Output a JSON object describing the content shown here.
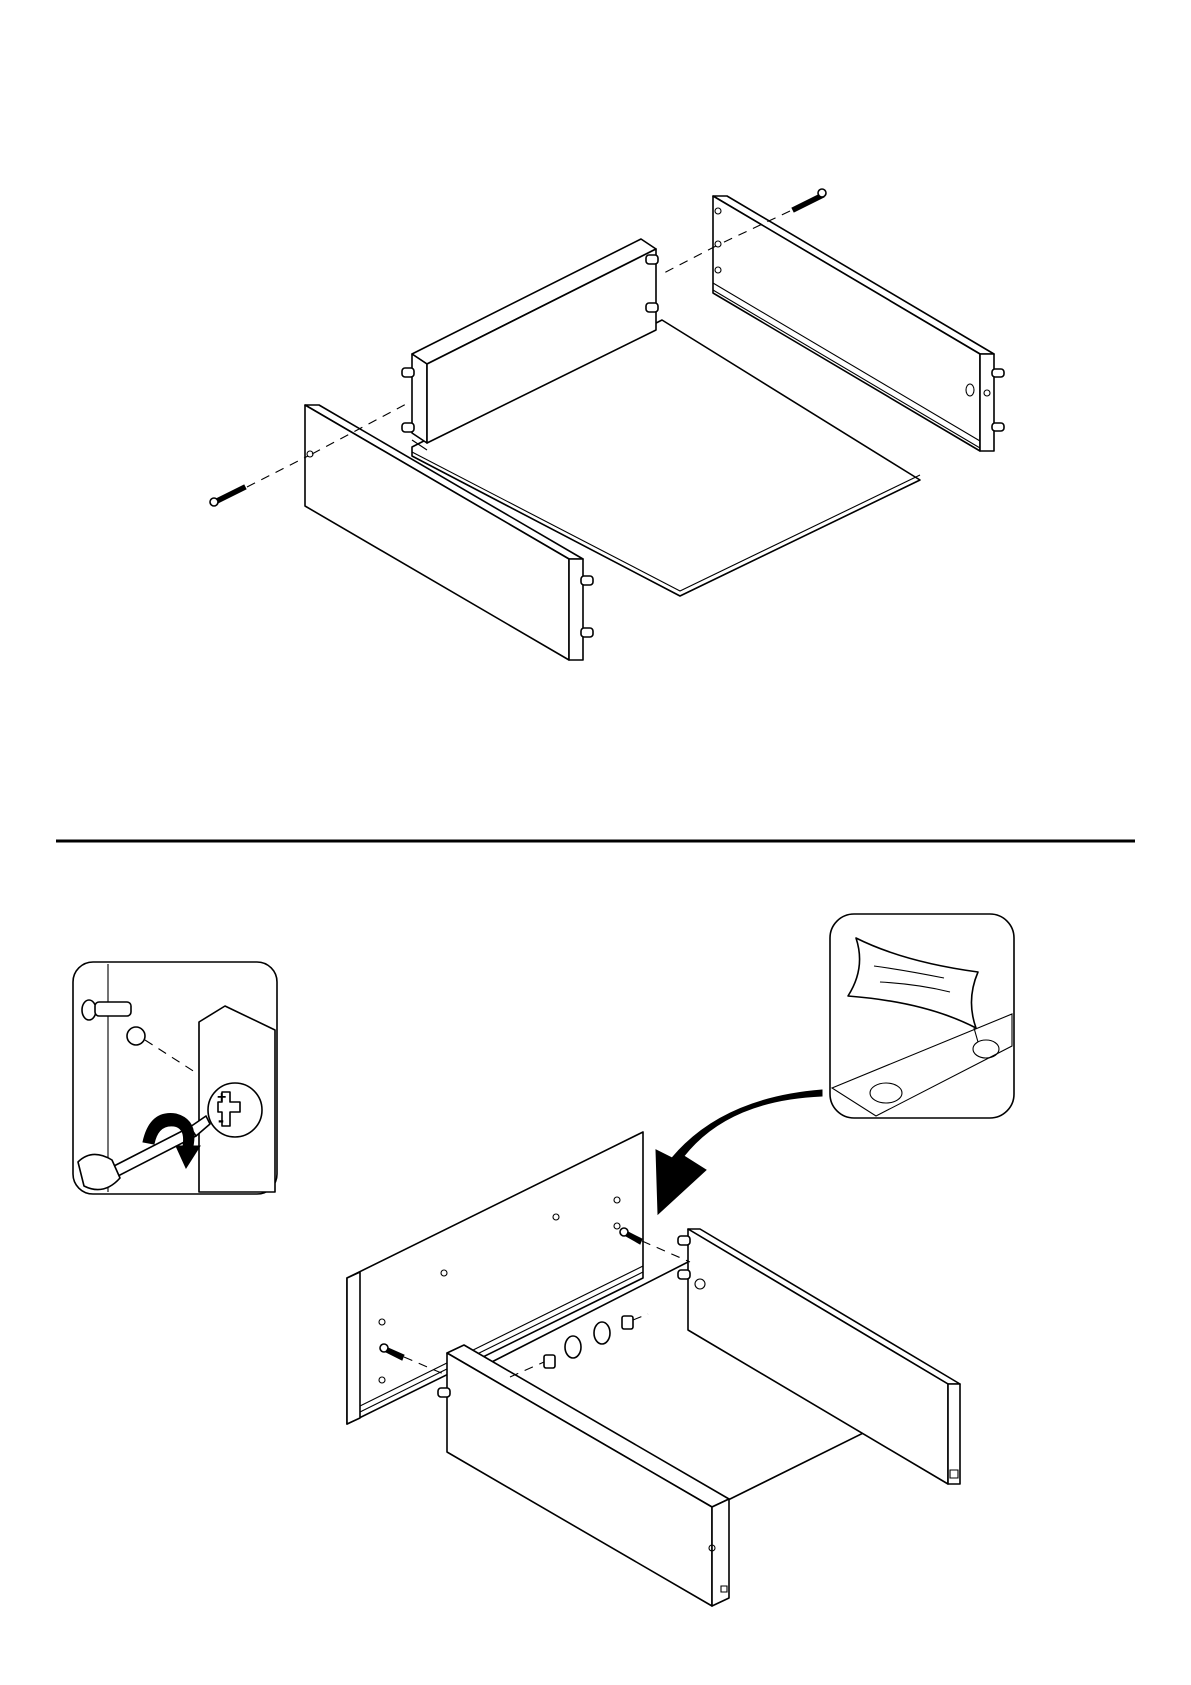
{
  "page": {
    "background": "#ffffff",
    "ink": "#000000"
  },
  "steps": [
    {
      "step": "upper",
      "parts": [
        "bottom-panel",
        "left-side-panel",
        "right-side-panel",
        "rear-panel",
        "screw",
        "screw",
        "dowel"
      ]
    },
    {
      "step": "lower",
      "parts": [
        "front-panel",
        "drawer-box",
        "cam-lock",
        "bolt",
        "arrow"
      ]
    }
  ],
  "details": [
    {
      "kind": "screwdriver-detail",
      "icons": [
        "screw-icon",
        "screwdriver-icon",
        "rotation-arrow-icon",
        "cam-lock-icon"
      ]
    },
    {
      "kind": "sticker-detail",
      "icons": [
        "sticker-icon",
        "hole-icon"
      ]
    }
  ]
}
